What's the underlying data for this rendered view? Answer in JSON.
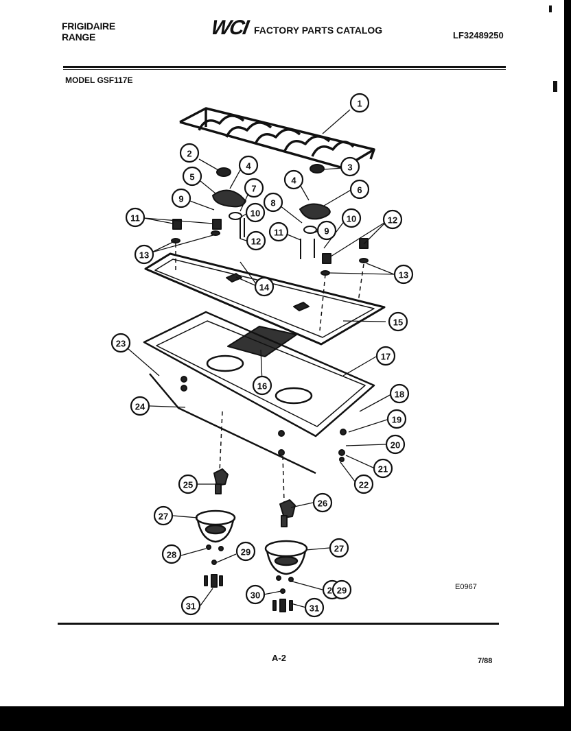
{
  "header": {
    "brand_line1": "FRIGIDAIRE",
    "brand_line2": "RANGE",
    "logo": "WCI",
    "catalog_title": "FACTORY PARTS CATALOG",
    "part_number": "LF32489250",
    "model": "MODEL GSF117E"
  },
  "footer": {
    "page": "A-2",
    "date": "7/88",
    "drawing_code": "E0967"
  },
  "callouts": [
    "1",
    "2",
    "3",
    "4",
    "4",
    "5",
    "6",
    "7",
    "8",
    "9",
    "9",
    "10",
    "10",
    "11",
    "11",
    "12",
    "12",
    "13",
    "13",
    "14",
    "15",
    "16",
    "17",
    "18",
    "19",
    "20",
    "21",
    "22",
    "23",
    "24",
    "25",
    "26",
    "27",
    "27",
    "28",
    "28",
    "29",
    "29",
    "30",
    "31",
    "31"
  ]
}
